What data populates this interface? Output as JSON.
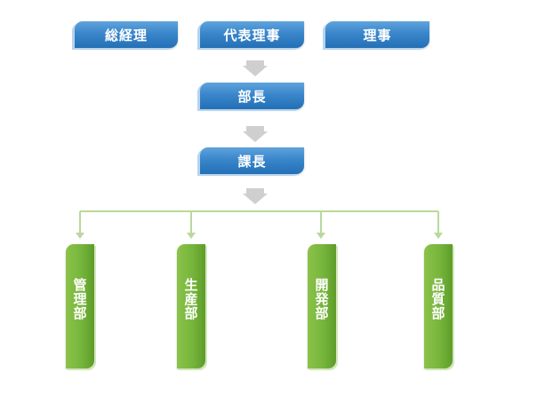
{
  "top_roles": [
    {
      "label": "総経理"
    },
    {
      "label": "代表理事"
    },
    {
      "label": "理事"
    }
  ],
  "chain": [
    {
      "label": "部長"
    },
    {
      "label": "課長"
    }
  ],
  "departments": [
    {
      "label": "管理部"
    },
    {
      "label": "生産部"
    },
    {
      "label": "開発部"
    },
    {
      "label": "品質部"
    }
  ],
  "colors": {
    "role_box": "#3a86cb",
    "dept_box": "#76b53b",
    "arrow": "#cfcfcf",
    "connector": "#b9d99a"
  }
}
